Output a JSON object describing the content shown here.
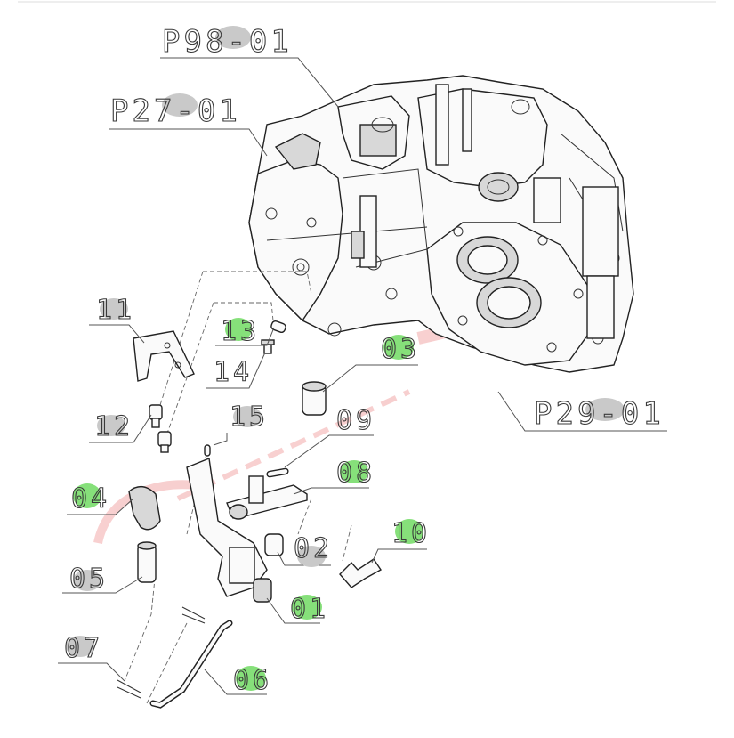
{
  "diagram": {
    "labels": [
      {
        "id": "p98",
        "text": "P98-01",
        "highlight": "gray"
      },
      {
        "id": "p27",
        "text": "P27-01",
        "highlight": "gray"
      },
      {
        "id": "p29",
        "text": "P29-01",
        "highlight": "gray"
      },
      {
        "id": "l11",
        "text": "11",
        "highlight": "gray"
      },
      {
        "id": "l13",
        "text": "13",
        "highlight": "green"
      },
      {
        "id": "l14",
        "text": "14",
        "highlight": "none"
      },
      {
        "id": "l12",
        "text": "12",
        "highlight": "gray"
      },
      {
        "id": "l15",
        "text": "15",
        "highlight": "gray"
      },
      {
        "id": "l03",
        "text": "03",
        "highlight": "green"
      },
      {
        "id": "l09",
        "text": "09",
        "highlight": "none"
      },
      {
        "id": "l08",
        "text": "08",
        "highlight": "green"
      },
      {
        "id": "l04",
        "text": "04",
        "highlight": "green"
      },
      {
        "id": "l02",
        "text": "02",
        "highlight": "gray"
      },
      {
        "id": "l10",
        "text": "10",
        "highlight": "green"
      },
      {
        "id": "l05",
        "text": "05",
        "highlight": "gray"
      },
      {
        "id": "l01",
        "text": "01",
        "highlight": "green"
      },
      {
        "id": "l07",
        "text": "07",
        "highlight": "gray"
      },
      {
        "id": "l06",
        "text": "06",
        "highlight": "green"
      }
    ],
    "colors": {
      "green": "#86e07a",
      "gray": "#c9c9c9",
      "line": "#333333",
      "watermark": "#f2a9a9"
    }
  }
}
